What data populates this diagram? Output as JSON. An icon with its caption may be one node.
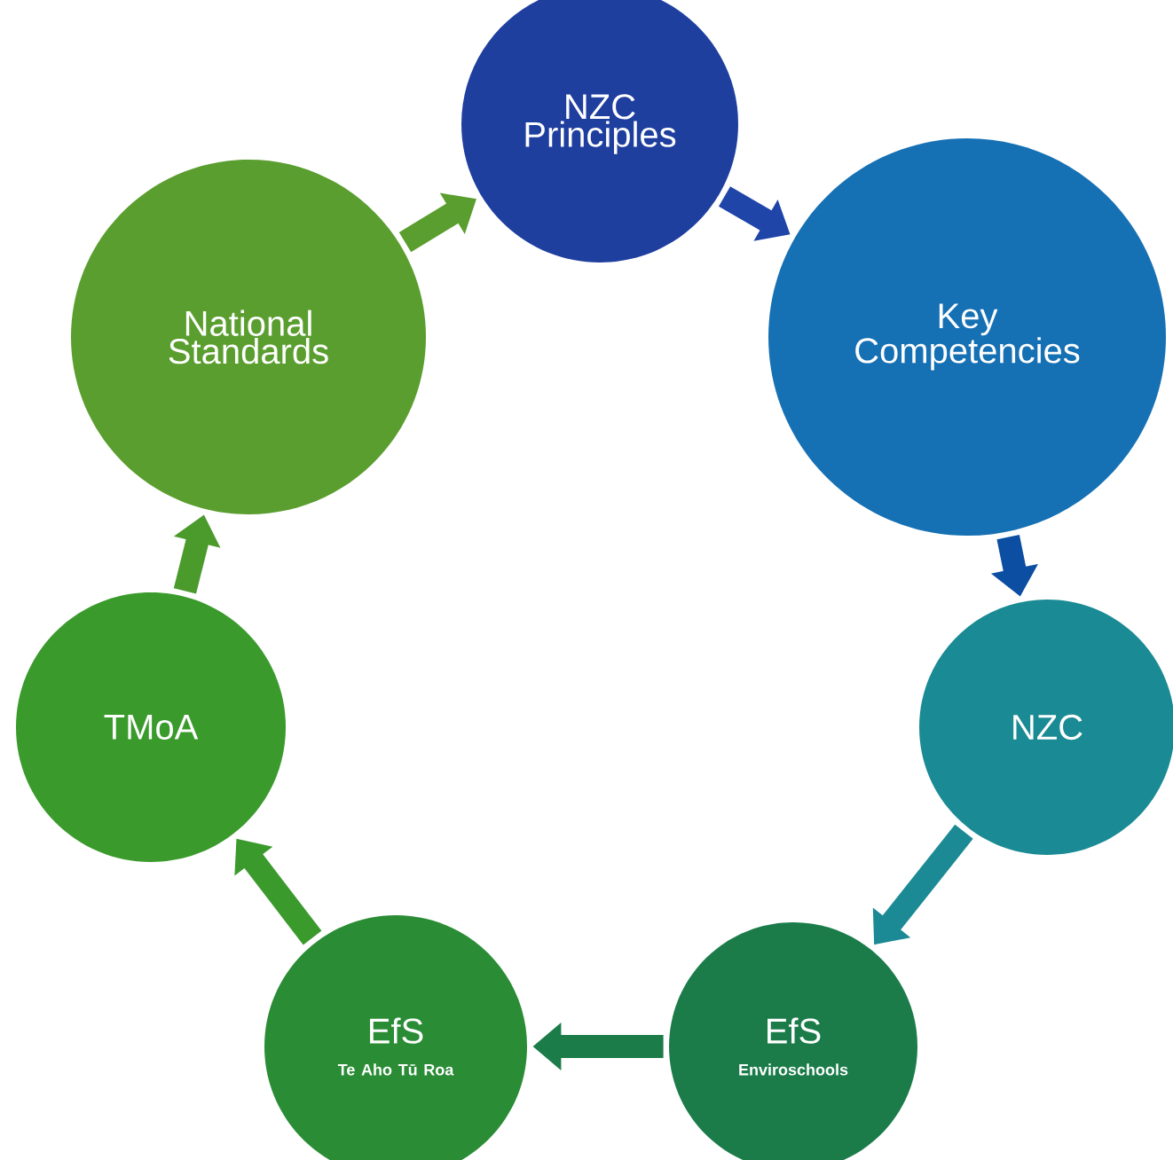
{
  "diagram": {
    "nodes": [
      {
        "text": [
          "NZC Principles"
        ]
      },
      {
        "text": [
          "Key Competencies"
        ]
      },
      {
        "text": [
          "NZC"
        ]
      },
      {
        "text": [
          "EfS",
          "Enviroschools"
        ]
      },
      {
        "text": [
          "EfS",
          "Te Aho Tū Roa"
        ]
      },
      {
        "text": [
          "TMoA"
        ]
      },
      {
        "text": [
          "National Standards"
        ]
      }
    ],
    "edges": [
      {
        "from": 0,
        "to": 1,
        "arrow": "to",
        "color": "#1f45a8"
      },
      {
        "from": 1,
        "to": 2,
        "arrow": "to",
        "color": "#0b4ea2"
      },
      {
        "from": 2,
        "to": 3,
        "arrow": "to",
        "color": "#1b8a94"
      },
      {
        "from": 3,
        "to": 4,
        "arrow": "to",
        "color": "#1b7c4a"
      },
      {
        "from": 4,
        "to": 5,
        "arrow": "to",
        "color": "#3a9a2c"
      },
      {
        "from": 5,
        "to": 6,
        "arrow": "to",
        "color": "#4a9a2c"
      },
      {
        "from": 6,
        "to": 0,
        "arrow": "to",
        "color": "#5a9e2f"
      }
    ]
  }
}
